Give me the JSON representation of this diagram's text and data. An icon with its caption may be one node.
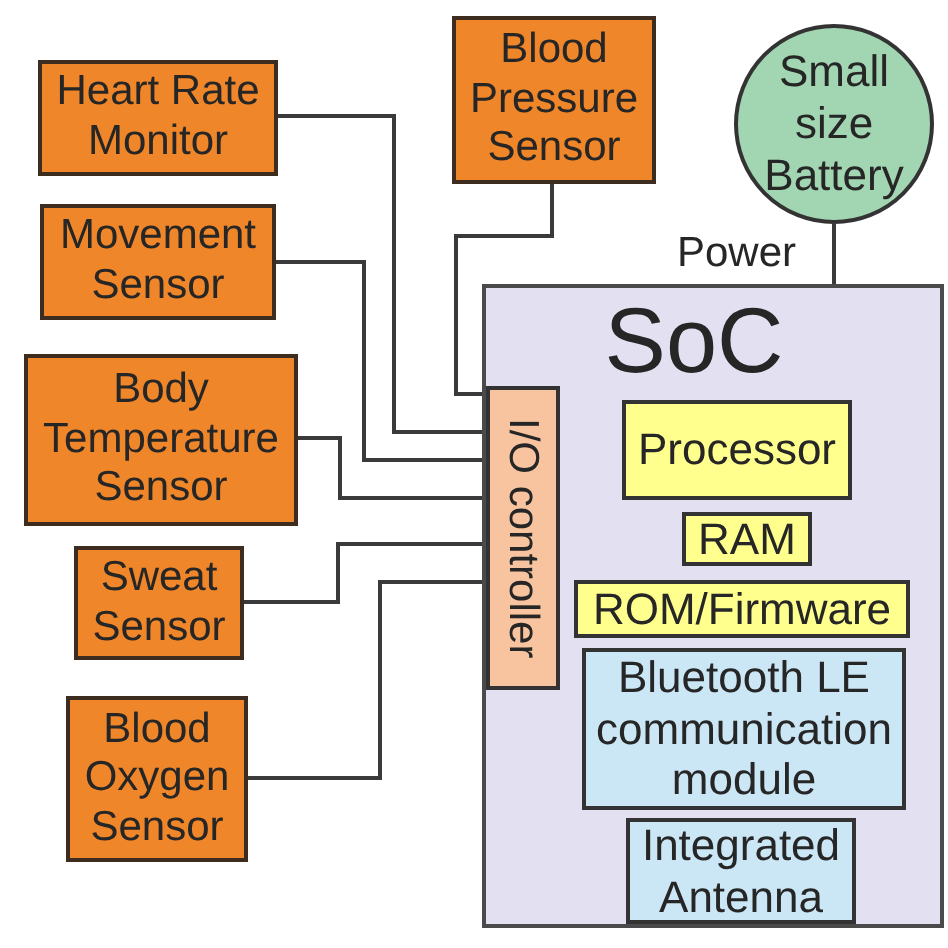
{
  "diagram": {
    "nodes": [
      {
        "text": [
          "Heart Rate Monitor"
        ]
      },
      {
        "text": [
          "Blood Pressure Sensor"
        ]
      },
      {
        "text": [
          "Small size Battery"
        ]
      },
      {
        "text": [
          "Movement Sensor"
        ]
      },
      {
        "text": [
          "Body Temperature Sensor"
        ]
      },
      {
        "text": [
          "Sweat Sensor"
        ]
      },
      {
        "text": [
          "Blood Oxygen Sensor"
        ]
      },
      {
        "text": [
          "SoC"
        ]
      },
      {
        "text": [
          "I/O controller"
        ],
        "in": 7
      },
      {
        "text": [
          "Processor"
        ],
        "in": 7
      },
      {
        "text": [
          "RAM"
        ],
        "in": 7
      },
      {
        "text": [
          "ROM/Firmware"
        ],
        "in": 7
      },
      {
        "text": [
          "Bluetooth LE communication module"
        ],
        "in": 7
      },
      {
        "text": [
          "Integrated Antenna"
        ],
        "in": 7
      }
    ],
    "edges": [
      {
        "from": 0,
        "to": 8,
        "arrow": "none"
      },
      {
        "from": 1,
        "to": 8,
        "arrow": "none"
      },
      {
        "from": 3,
        "to": 8,
        "arrow": "none"
      },
      {
        "from": 4,
        "to": 8,
        "arrow": "none"
      },
      {
        "from": 5,
        "to": 8,
        "arrow": "none"
      },
      {
        "from": 6,
        "to": 8,
        "arrow": "none"
      },
      {
        "from": 2,
        "to": 7,
        "label": "Power",
        "arrow": "none"
      }
    ]
  }
}
